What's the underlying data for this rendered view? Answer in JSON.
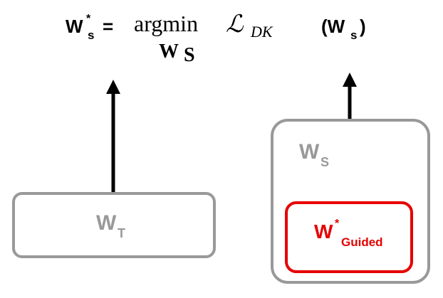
{
  "formula": {
    "lhs": "W",
    "lhs_sup": "*",
    "lhs_sub": "s",
    "equals": "=",
    "operator": "argmin",
    "operator_under": "W",
    "operator_under_sub": "S",
    "loss": "ℒ",
    "loss_sub": "DK",
    "arg_open": "(W",
    "arg_sub": "s",
    "arg_close": ")"
  },
  "teacher_box": {
    "label": "W",
    "label_sub": "T"
  },
  "student_box": {
    "label": "W",
    "label_sub": "S"
  },
  "guided_box": {
    "label": "W",
    "label_sup": "*",
    "label_sub": "Guided"
  },
  "colors": {
    "box_border": "#999999",
    "guided": "#e60000",
    "arrow": "#000000",
    "text": "#000000"
  }
}
